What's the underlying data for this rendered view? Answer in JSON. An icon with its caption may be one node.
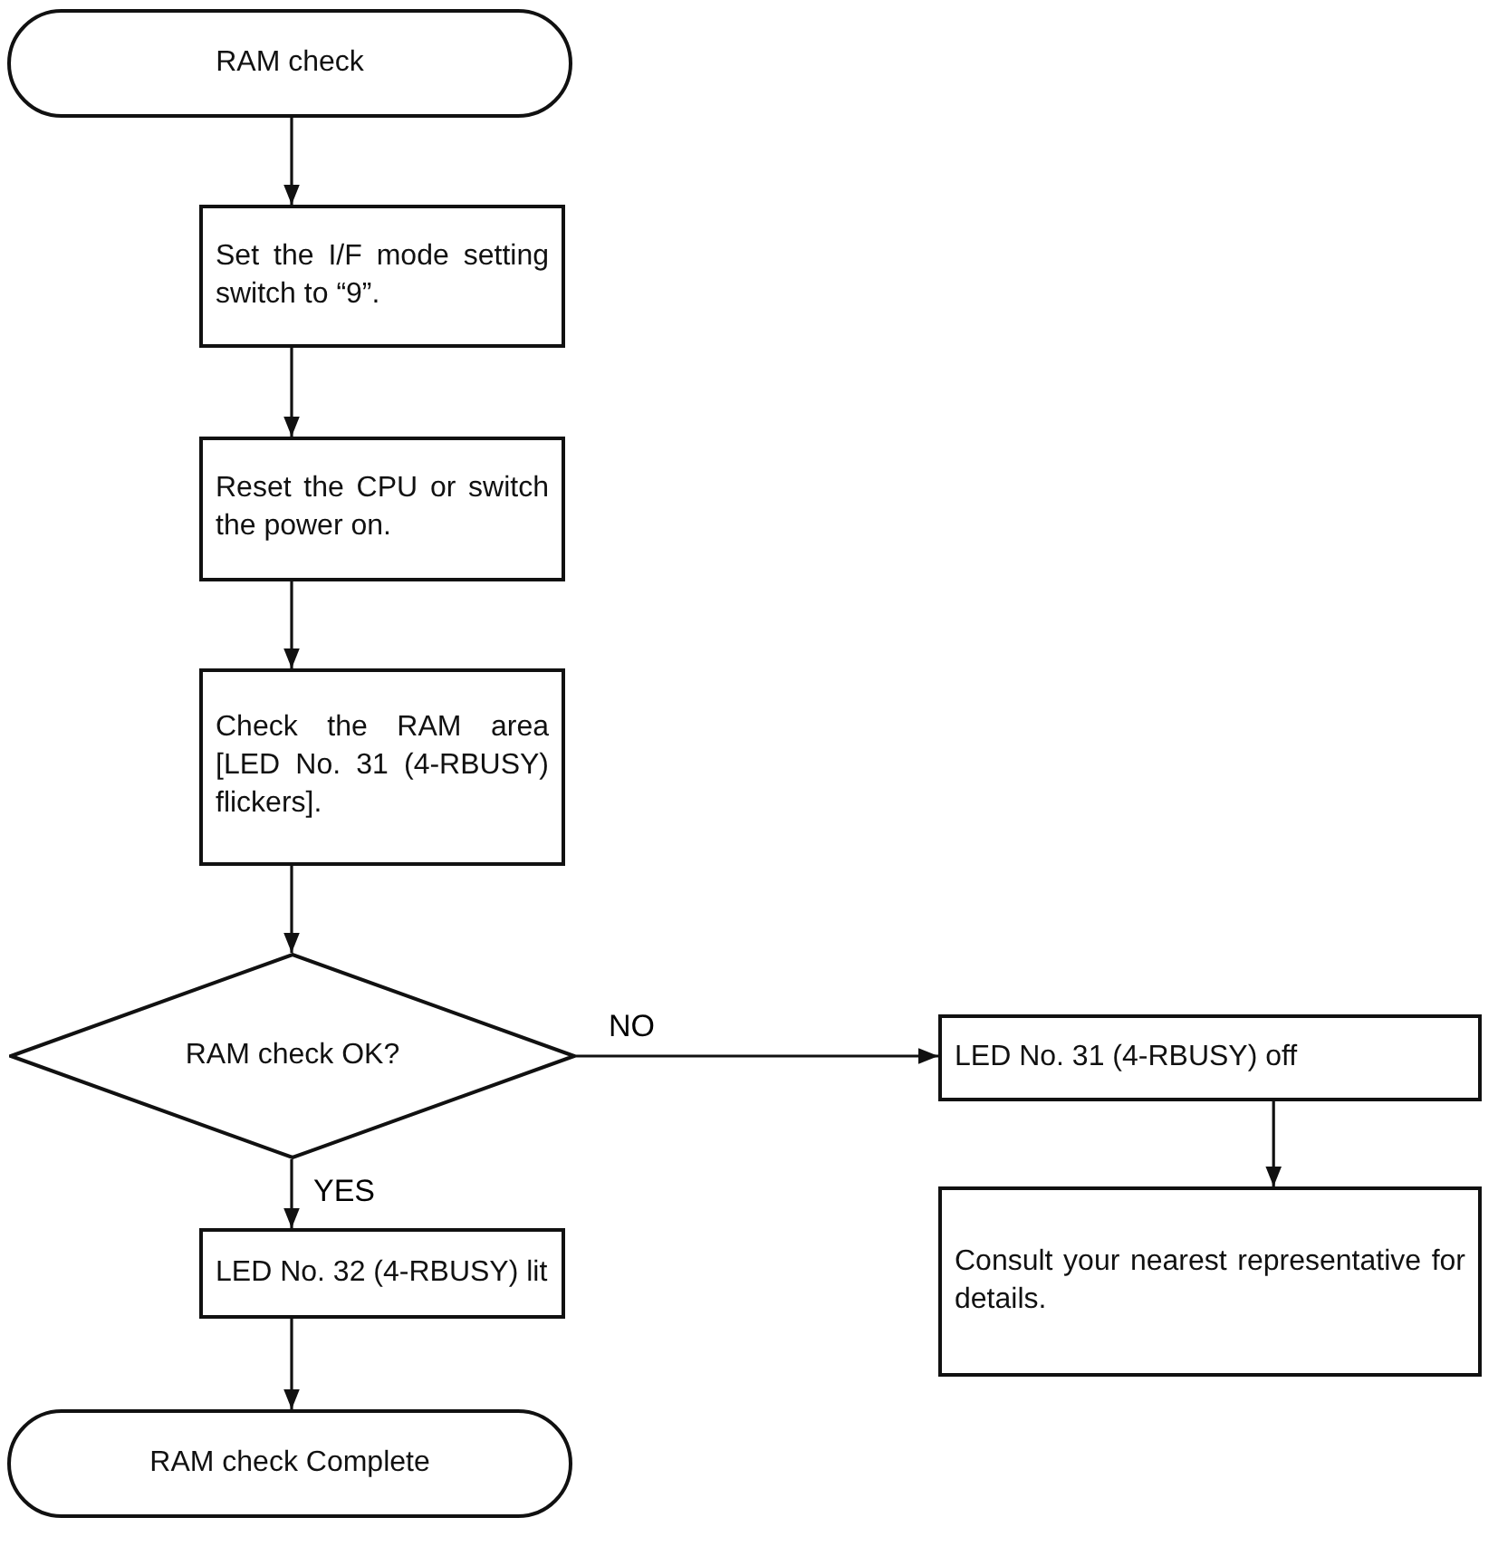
{
  "diagram": {
    "nodes": [
      {
        "text": [
          "RAM check"
        ]
      },
      {
        "text": [
          "Set the I/F mode setting switch to “9”."
        ]
      },
      {
        "text": [
          "Reset the CPU or switch the power on."
        ]
      },
      {
        "text": [
          "Check the RAM area [LED No. 31 (4-RBUSY) flickers]."
        ]
      },
      {
        "text": [
          "RAM check OK?"
        ]
      },
      {
        "text": [
          "LED No. 31 (4-RBUSY) off"
        ]
      },
      {
        "text": [
          "Consult your nearest representative for details."
        ]
      },
      {
        "text": [
          "LED No. 32 (4-RBUSY) lit"
        ]
      },
      {
        "text": [
          "RAM check Complete"
        ]
      }
    ],
    "edges": [
      {
        "from": 0,
        "to": 1,
        "arrow": "to"
      },
      {
        "from": 1,
        "to": 2,
        "arrow": "to"
      },
      {
        "from": 2,
        "to": 3,
        "arrow": "to"
      },
      {
        "from": 3,
        "to": 4,
        "arrow": "to"
      },
      {
        "from": 4,
        "to": 5,
        "arrow": "to",
        "label": "NO"
      },
      {
        "from": 5,
        "to": 6,
        "arrow": "to"
      },
      {
        "from": 4,
        "to": 7,
        "arrow": "to",
        "label": "YES"
      },
      {
        "from": 7,
        "to": 8,
        "arrow": "to"
      }
    ]
  }
}
